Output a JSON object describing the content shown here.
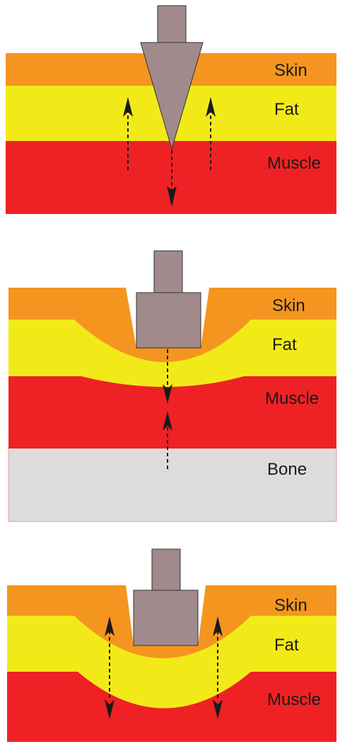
{
  "panels": [
    {
      "labels": {
        "skin": "Skin",
        "fat": "Fat",
        "muscle": "Muscle"
      }
    },
    {
      "labels": {
        "skin": "Skin",
        "fat": "Fat",
        "muscle": "Muscle",
        "bone": "Bone"
      }
    },
    {
      "labels": {
        "skin": "Skin",
        "fat": "Fat",
        "muscle": "Muscle"
      }
    }
  ],
  "colors": {
    "skin": "#f4951f",
    "fat": "#f2ea18",
    "muscle": "#ee2224",
    "bone": "#dcdcdc",
    "probe": "#a08a8b",
    "arrow": "#1a1a1a"
  }
}
